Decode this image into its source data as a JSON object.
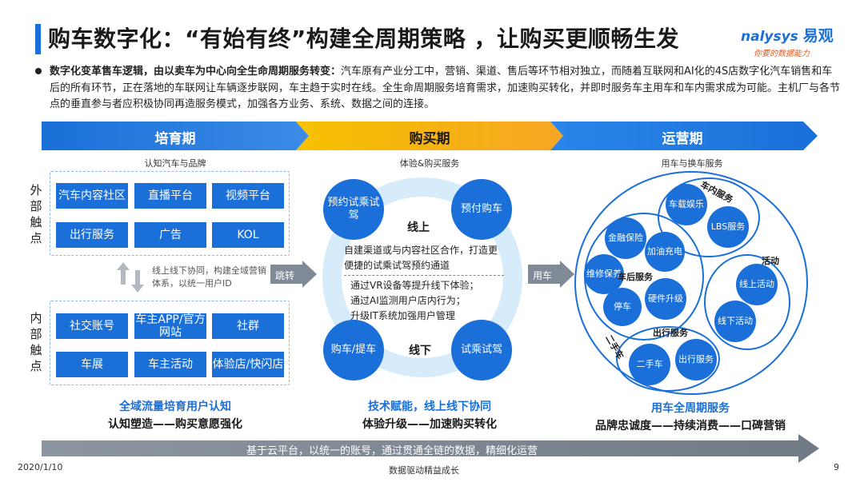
{
  "title": "购车数字化：“有始有终”构建全周期策略 ，让购买更顺畅生发",
  "logo": {
    "brand": "nalysys",
    "brand_cn": "易观",
    "tagline": "你要的数据能力"
  },
  "intro": {
    "lead": "数字化变革售车逻辑，由以卖车为中心向全生命周期服务转变：",
    "body": "汽车原有产业分工中，营销、渠道、售后等环节相对独立，而随着互联网和AI化的4S店数字化汽车销售和车后的所有环节，正在落地的车联网让车辆逐步联网，车主趋于实时在线。全生命周期服务培育需求，加速购买转化，并即时服务车主用车和车内需求成为可能。主机厂与各节点的垂直参与者应积极协同再造服务模式，加强各方业务、系统、数据之间的连接。"
  },
  "phases": {
    "p1": {
      "label": "培育期",
      "caption": "认知汽车与品牌"
    },
    "p2": {
      "label": "购买期",
      "caption": "体验&购买服务"
    },
    "p3": {
      "label": "运营期",
      "caption": "用车与换车服务"
    }
  },
  "left": {
    "external_label": "外部触点",
    "internal_label": "内部触点",
    "external_tags": [
      "汽车内容社区",
      "直播平台",
      "视频平台",
      "出行服务",
      "广告",
      "KOL"
    ],
    "internal_tags": [
      "社交账号",
      "车主APP/官方网站",
      "社群",
      "车展",
      "车主活动",
      "体验店/快闪店"
    ],
    "sync_note": "线上线下协同，构建全域营销体系，以统一用户ID",
    "summary_blue": "全域流量培育用户认知",
    "summary_black": "认知塑造——购买意愿强化"
  },
  "jump_label": "跳转",
  "use_label": "用车",
  "middle": {
    "bubbles": [
      "预约试乘试驾",
      "预付购车",
      "购车/提车",
      "试乘试驾"
    ],
    "online": "线上",
    "offline": "线下",
    "online_text": "自建渠道或与内容社区合作，打造更便捷的试乘试驾预约通道",
    "offline_lines": [
      "通过VR设备等提升线下体验；",
      "通过AI监测用户店内行为；",
      "升级IT系统加强用户管理"
    ],
    "summary_blue": "技术赋能，线上线下协同",
    "summary_black": "体验升级——加速购买转化"
  },
  "right": {
    "groups": {
      "car_net": "车内服务",
      "activity": "活动",
      "after_sale": "车后服务",
      "travel": "出行服务",
      "used_car": "二手车"
    },
    "bubbles": {
      "entertainment": "车载娱乐",
      "lbs": "LBS服务",
      "finance": "金融保险",
      "charge": "加油充电",
      "repair": "维修保养",
      "hardware": "硬件升级",
      "parking": "停车",
      "online_act": "线上活动",
      "offline_act": "线下活动",
      "used": "二手车",
      "travel_svc": "出行服务"
    },
    "summary_blue": "用车全周期服务",
    "summary_black": "品牌忠诚度——持续消费——口碑营销"
  },
  "bottom_bar": "基于云平台，以统一的账号，通过贯通全链的数据，精细化运营",
  "footer": {
    "date": "2020/1/10",
    "center": "数据驱动精益成长",
    "page": "9"
  },
  "colors": {
    "accent": "#1a6fd8",
    "orange": "#f5a623",
    "gray": "#7f8a96"
  }
}
